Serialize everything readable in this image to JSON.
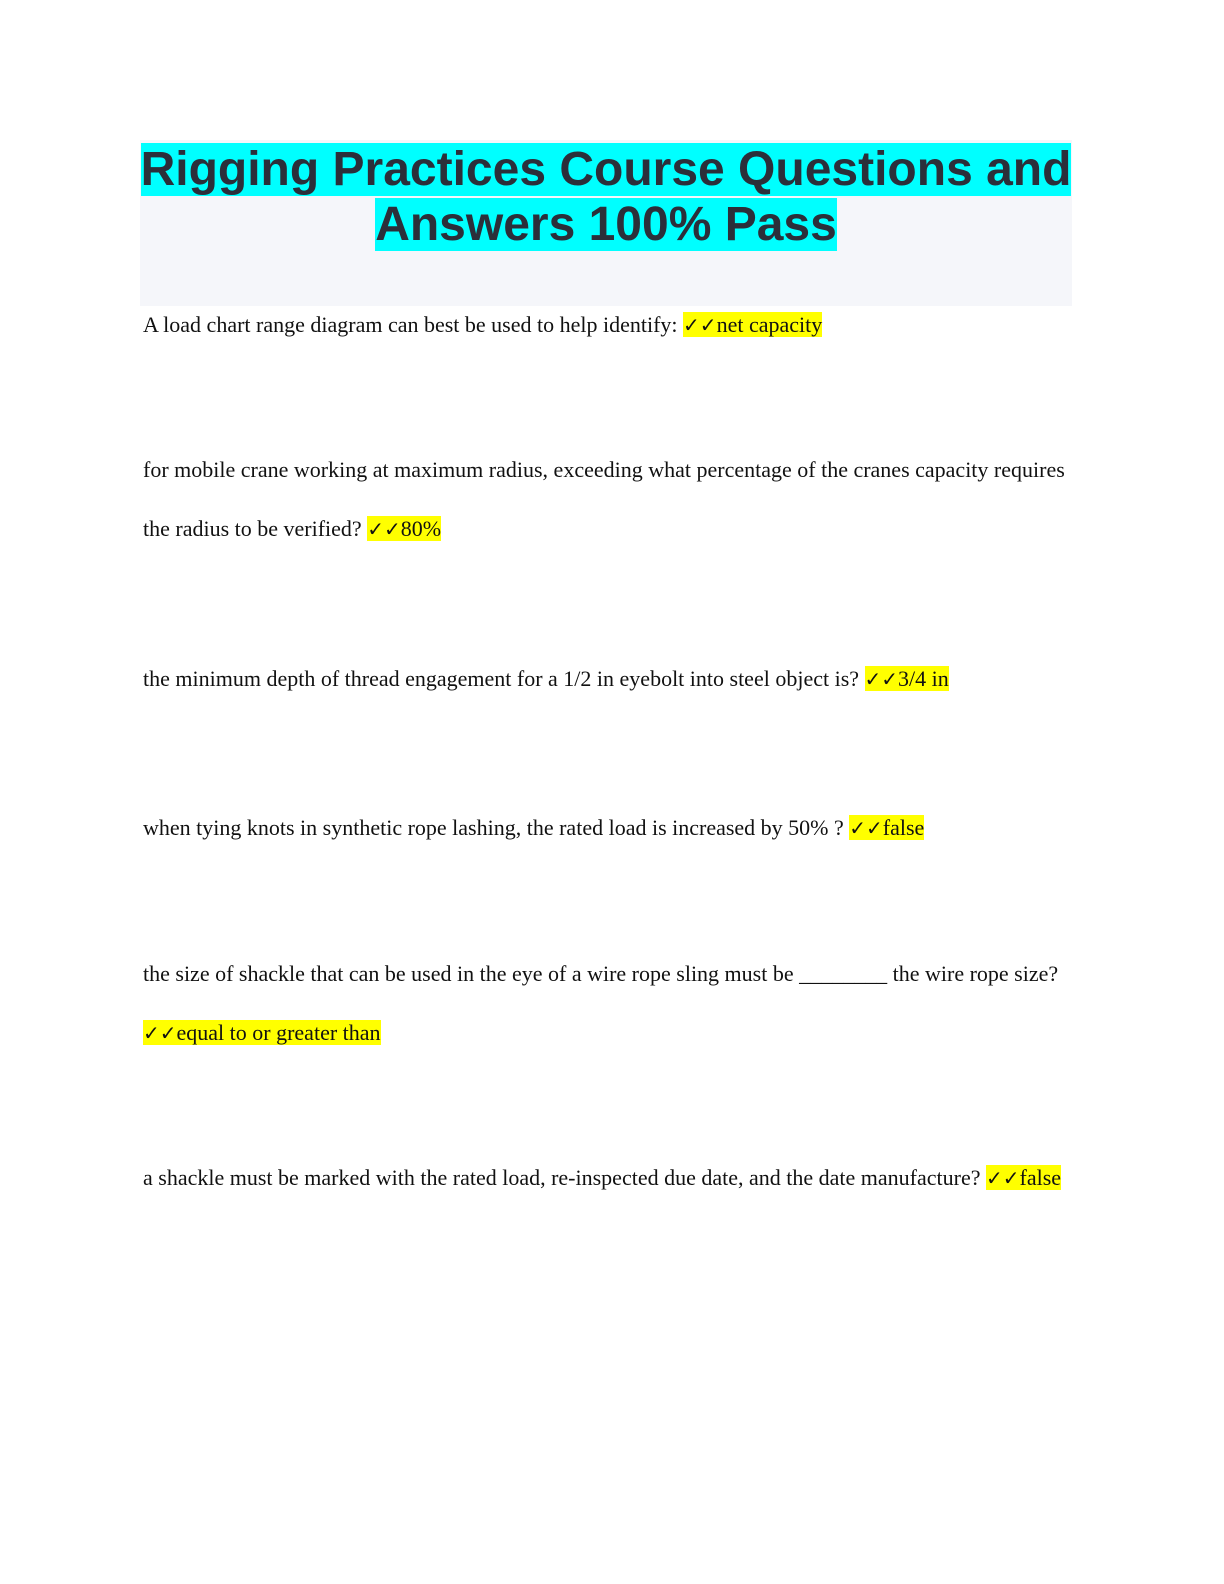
{
  "title": {
    "line1": "Rigging Practices Course Questions and",
    "line2": "Answers 100% Pass"
  },
  "check_mark": "✓✓",
  "qa": [
    {
      "question": "A load chart range diagram can best be used to help identify: ",
      "answer": "net capacity"
    },
    {
      "question": "for mobile crane working at maximum radius, exceeding what percentage of the cranes capacity requires the radius to be verified? ",
      "answer": "80%"
    },
    {
      "question": "the minimum depth of thread engagement for a 1/2 in eyebolt into steel object is? ",
      "answer": "3/4 in"
    },
    {
      "question": "when tying knots in synthetic rope lashing, the rated load is increased by 50% ? ",
      "answer": "false"
    },
    {
      "question": "the size of shackle that can be used in the eye of a wire rope sling must be ________ the wire rope size? ",
      "answer": "equal to or greater than"
    },
    {
      "question": "a shackle must be marked with the rated load, re-inspected due date, and the date manufacture? ",
      "answer": "false"
    }
  ]
}
